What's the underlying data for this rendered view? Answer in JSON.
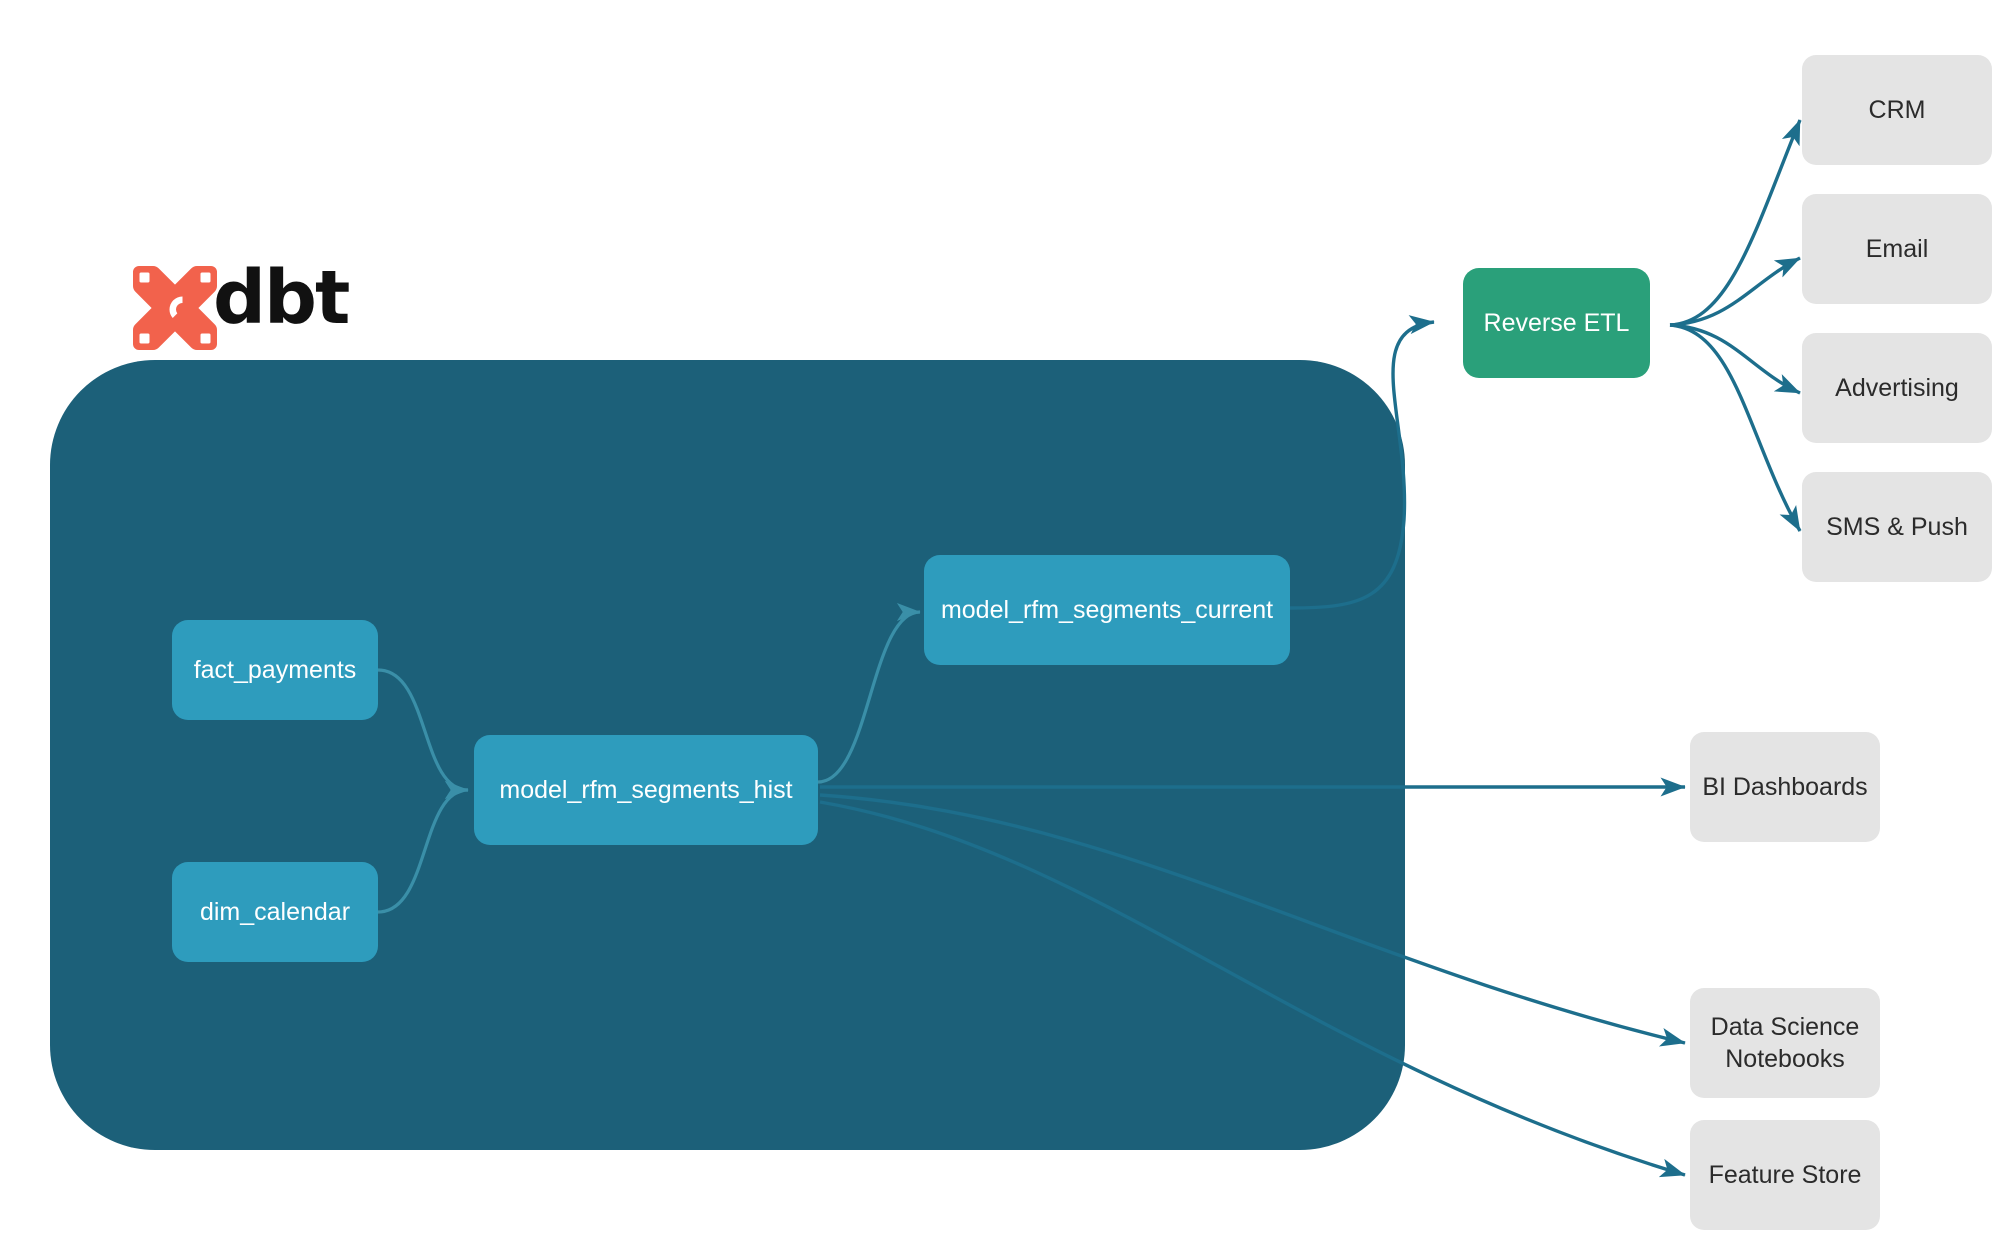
{
  "diagram": {
    "title": "dbt RFM segments lineage",
    "background_color": "#ffffff",
    "brand": {
      "logo_icon": "dbt-logo-icon",
      "wordmark": "dbt",
      "logo_color": "#f2624c",
      "wordmark_color": "#111111"
    },
    "container": {
      "name": "dbt-project-container",
      "color": "#1c6079"
    },
    "colors": {
      "container": "#1c6079",
      "model_node": "#2e9cbd",
      "etl_node": "#2aa07a",
      "destination_node": "#e4e4e4",
      "edge_outer": "#1d6e8c",
      "edge_inner": "#3a8fa8",
      "node_text": "#ffffff",
      "destination_text": "#2b2b2b"
    },
    "models": [
      {
        "id": "fact_payments",
        "label": "fact_payments"
      },
      {
        "id": "dim_calendar",
        "label": "dim_calendar"
      },
      {
        "id": "model_rfm_segments_hist",
        "label": "model_rfm_segments_hist"
      },
      {
        "id": "model_rfm_segments_current",
        "label": "model_rfm_segments_current"
      }
    ],
    "etl": {
      "id": "reverse_etl",
      "label": "Reverse ETL"
    },
    "destinations": [
      {
        "id": "crm",
        "label": "CRM"
      },
      {
        "id": "email",
        "label": "Email"
      },
      {
        "id": "advertising",
        "label": "Advertising"
      },
      {
        "id": "sms_push",
        "label": "SMS & Push"
      },
      {
        "id": "bi_dashboards",
        "label": "BI Dashboards"
      },
      {
        "id": "data_science_notebooks",
        "label": "Data Science\nNotebooks",
        "line1": "Data Science",
        "line2": "Notebooks"
      },
      {
        "id": "feature_store",
        "label": "Feature Store"
      }
    ],
    "edges": [
      {
        "from": "fact_payments",
        "to": "model_rfm_segments_hist"
      },
      {
        "from": "dim_calendar",
        "to": "model_rfm_segments_hist"
      },
      {
        "from": "model_rfm_segments_hist",
        "to": "model_rfm_segments_current"
      },
      {
        "from": "model_rfm_segments_current",
        "to": "reverse_etl"
      },
      {
        "from": "reverse_etl",
        "to": "crm"
      },
      {
        "from": "reverse_etl",
        "to": "email"
      },
      {
        "from": "reverse_etl",
        "to": "advertising"
      },
      {
        "from": "reverse_etl",
        "to": "sms_push"
      },
      {
        "from": "model_rfm_segments_hist",
        "to": "bi_dashboards"
      },
      {
        "from": "model_rfm_segments_hist",
        "to": "data_science_notebooks"
      },
      {
        "from": "model_rfm_segments_hist",
        "to": "feature_store"
      }
    ]
  }
}
